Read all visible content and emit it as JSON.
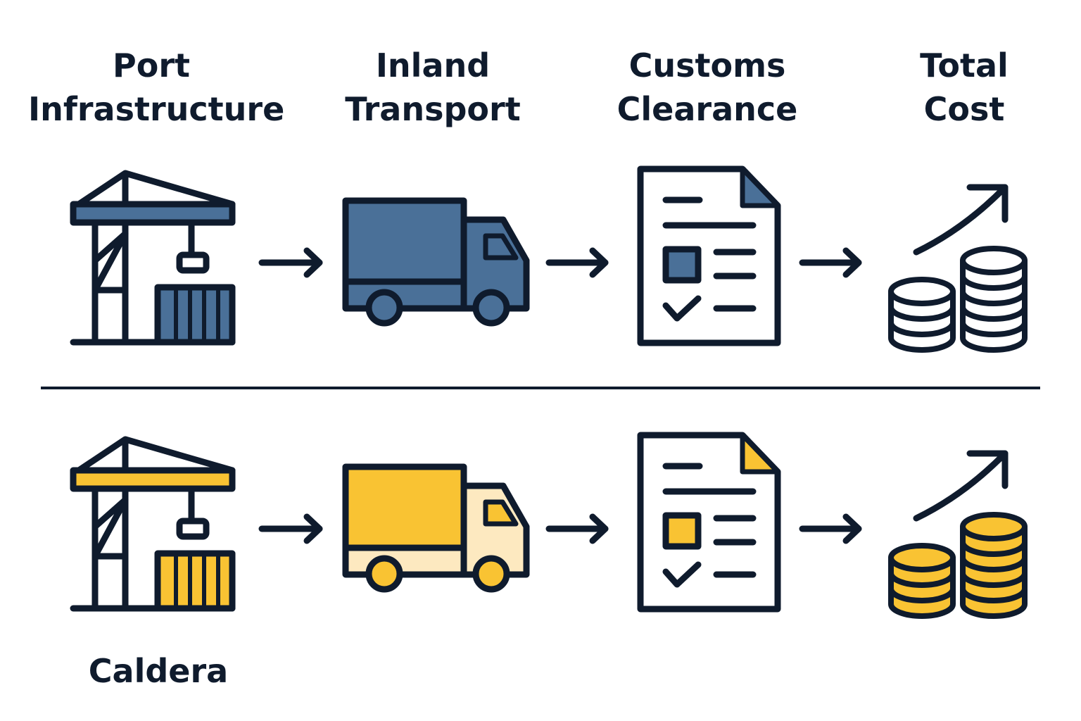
{
  "headers": {
    "port": [
      "Port",
      "Infrastructure"
    ],
    "inland": [
      "Inland",
      "Transport"
    ],
    "customs": [
      "Customs",
      "Clearance"
    ],
    "total": [
      "Total",
      "Cost"
    ]
  },
  "rows": [
    {
      "label": "",
      "accent": "#4a7098",
      "light": "#4a7098",
      "coin_fill": "#ffffff"
    },
    {
      "label": "Caldera",
      "accent": "#f9c333",
      "light": "#fde9c0",
      "coin_fill": "#f9c333"
    }
  ],
  "colors": {
    "stroke": "#0f1b2d",
    "background": "#ffffff"
  },
  "icons": {
    "port": "crane-container-icon",
    "inland": "truck-icon",
    "customs": "document-checklist-icon",
    "total": "coins-growth-icon",
    "arrow": "arrow-right-icon"
  }
}
